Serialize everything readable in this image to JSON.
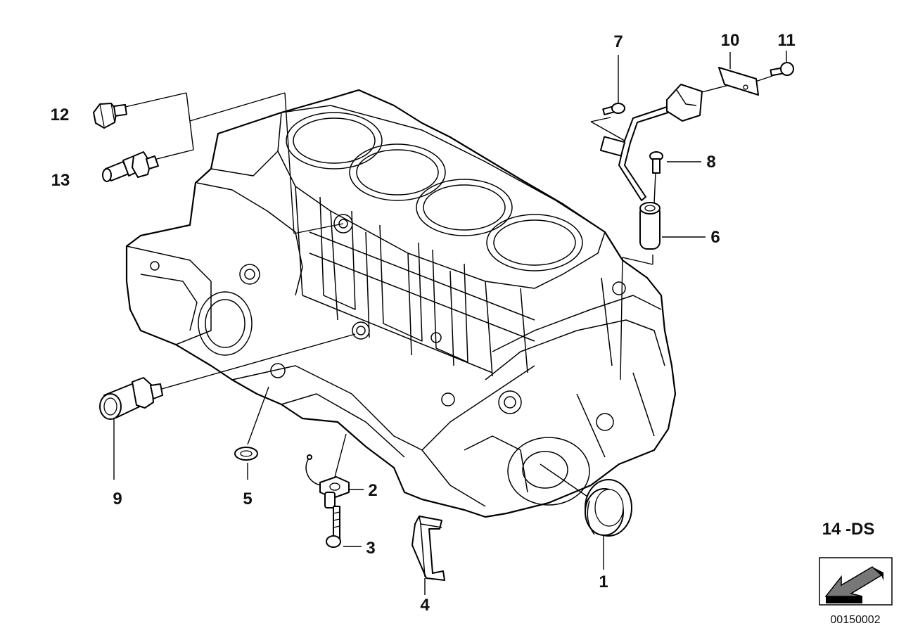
{
  "diagram": {
    "callouts": {
      "c1": "1",
      "c2": "2",
      "c3": "3",
      "c4": "4",
      "c5": "5",
      "c6": "6",
      "c7": "7",
      "c8": "8",
      "c9": "9",
      "c10": "10",
      "c11": "11",
      "c12": "12",
      "c13": "13"
    },
    "group_code": "14 -DS",
    "reference_number": "00150002"
  }
}
